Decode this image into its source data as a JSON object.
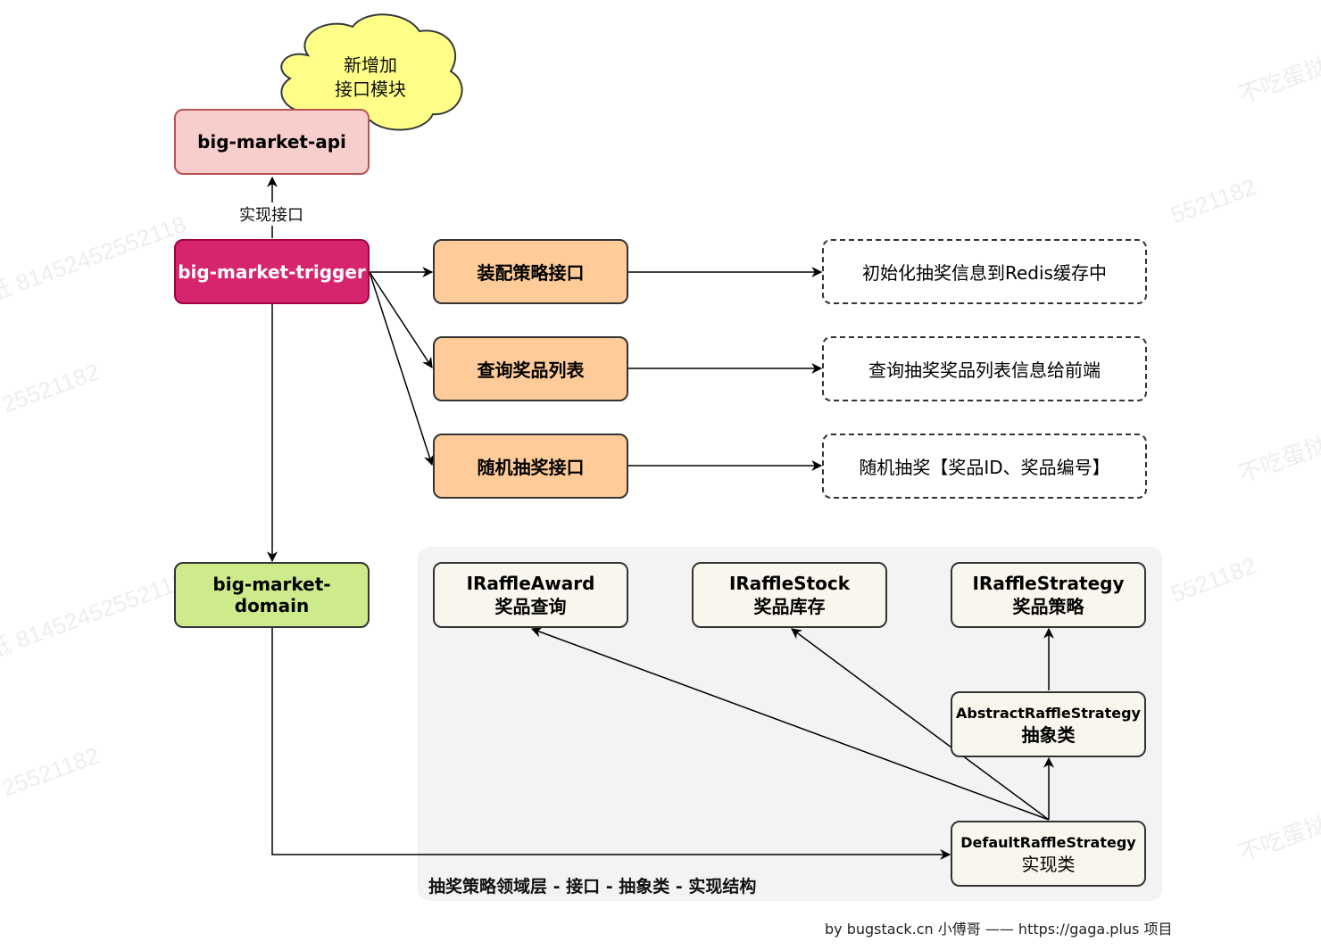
{
  "cloud": {
    "line1": "新增加",
    "line2": "接口模块"
  },
  "api": {
    "label": "big-market-api"
  },
  "trigger": {
    "label": "big-market-trigger"
  },
  "domain": {
    "label": "big-market-domain"
  },
  "edge_label": "实现接口",
  "interfaces": [
    {
      "label": "装配策略接口",
      "desc": "初始化抽奖信息到Redis缓存中"
    },
    {
      "label": "查询奖品列表",
      "desc": "查询抽奖奖品列表信息给前端"
    },
    {
      "label": "随机抽奖接口",
      "desc": "随机抽奖【奖品ID、奖品编号】"
    }
  ],
  "domain_layer": {
    "caption": "抽奖策略领域层 - 接口 - 抽象类 - 实现结构",
    "award": {
      "name": "IRaffleAward",
      "sub": "奖品查询"
    },
    "stock": {
      "name": "IRaffleStock",
      "sub": "奖品库存"
    },
    "strategy": {
      "name": "IRaffleStrategy",
      "sub": "奖品策略"
    },
    "abstract": {
      "name": "AbstractRaffleStrategy",
      "sub": "抽象类"
    },
    "default": {
      "name": "DefaultRaffleStrategy",
      "sub": "实现类"
    }
  },
  "footer": "by bugstack.cn 小傅哥 —— https://gaga.plus 项目",
  "colors": {
    "api_fill": "#f8cecc",
    "api_border": "#b85450",
    "trigger_fill": "#d6246e",
    "trigger_border": "#a50040",
    "domain_fill": "#cdeb8b",
    "orange_fill": "#ffcc99",
    "class_fill": "#f9f7ed",
    "panel_fill": "#f3f3f3",
    "cloud_fill": "#ffff88"
  }
}
